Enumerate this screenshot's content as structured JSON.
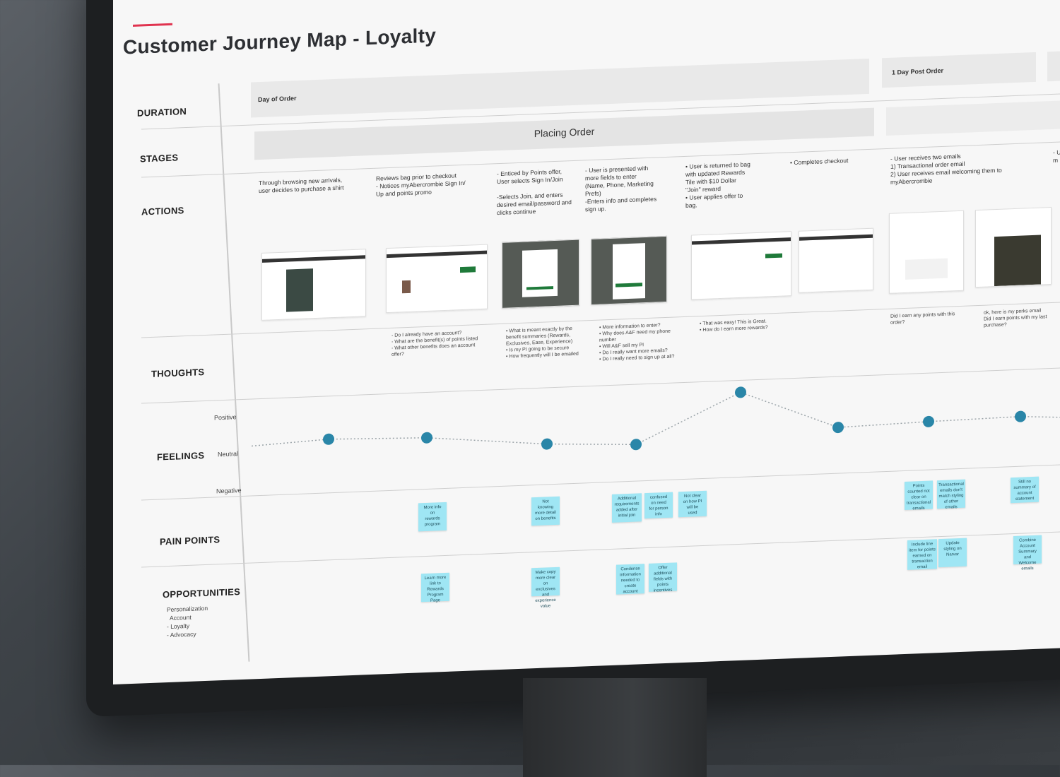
{
  "page": {
    "title": "Customer Journey Map - Loyalty",
    "accent_color": "#e0334f"
  },
  "rows": {
    "duration": "DURATION",
    "stages": "STAGES",
    "actions": "ACTIONS",
    "thoughts": "THOUGHTS",
    "feelings": "FEELINGS",
    "pain_points": "PAIN POINTS",
    "opportunities": "OPPORTUNITIES"
  },
  "duration": [
    "Day of Order",
    "1 Day Post Order"
  ],
  "stages": [
    "Placing Order",
    ""
  ],
  "actions": [
    "Through browsing new arrivals,\nuser decides to purchase a shirt",
    "Reviews bag prior to checkout\n- Notices myAbercrombie Sign In/\nUp and points promo",
    "- Enticed by Points offer,\nUser selects Sign In/Join\n\n-Selects Join, and enters\ndesired email/password and\nclicks continue",
    "- User is presented with\nmore fields to enter\n(Name, Phone, Marketing\nPrefs)\n-Enters info and completes\nsign up.",
    "•  User is returned to bag\n   with updated Rewards\n   Tile with $10 Dollar\n   \"Join\" reward\n•  User applies offer to\n   bag.",
    "•  Completes checkout",
    "- User receives two emails\n1) Transactional order email\n2) User receives email welcoming them to\nmyAbercrombie",
    "- U\nm"
  ],
  "thoughts": [
    "- Do I already have an account?\n- What are the benefit(s) of points listed\n- What other benefits does an account\noffer?",
    "•  What is meant exactly by the\n   benefit summaries (Rewards,\n   Exclusives, Ease, Experience)\n•  Is my PI going to be secure\n•  How frequently will I be emailed",
    "•  More information to enter?\n•  Why does A&F need my phone\n   number\n•  Will A&F sell my PI\n•  Do I really want more emails?\n•  Do I really need to sign up at all?",
    "•  That was easy! This is Great.\n•  How do I earn more rewards?",
    "Did I earn any points with this\norder?",
    "ok, here is my perks email\nDid I earn points with my last\npurchase?"
  ],
  "feelings": {
    "scale": [
      "Positive",
      "Neutral",
      "Negative"
    ],
    "levels": [
      0.55,
      0.52,
      0.38,
      0.33,
      0.95,
      0.45,
      0.48,
      0.5
    ],
    "dot_color": "#2a86a8"
  },
  "pain_points": [
    "More info\non\nrewards\nprogram",
    "Not\nknowing\nmore detail\non benefits",
    "Additional\nrequirements\nadded after\ninitial join",
    "confused\non need\nfor person\ninfo",
    "Not clear\non how PI\nwill be\nused",
    "Points\ncounted not\nclear on\ntransactional\nemails",
    "Transactional\nemails don't\nmatch styling\nof other\nemails",
    "Still no\nsummary of\naccount\nstatement"
  ],
  "opportunities": [
    "Learn more\nlink to\nRewards\nProgram\nPage",
    "Make copy\nmore clear on\nexclusives\nand\nexperience\nvalue",
    "Condense\ninformation\nneeded to\ncreate\naccount",
    "Offer\nadditional\nfields with\npoints\nincentives",
    "Include line\nitem for points\nearned on\ntransaction\nemail",
    "Update\nstyling on\nNarvar",
    "Combine\nAccount\nSummary and\nWelcome\nemails"
  ],
  "opportunity_tags": [
    "Personalization",
    "Account",
    "- Loyalty",
    "- Advocacy"
  ],
  "sticky_color": "#9fe6f4"
}
